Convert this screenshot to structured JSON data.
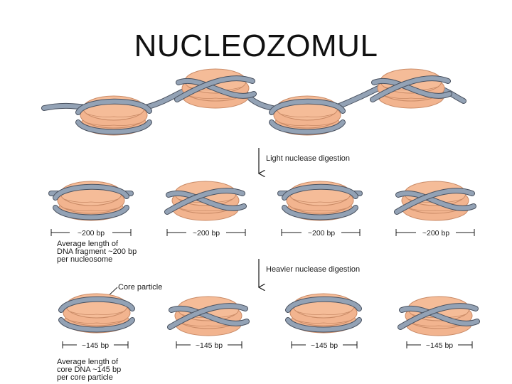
{
  "slide": {
    "title": "NUCLEOZOMUL"
  },
  "colors": {
    "histone": "#f2b48f",
    "histone_edge": "#c98a66",
    "dna": "#93a2b5",
    "dna_edge": "#4a5260",
    "ink": "#1a1a1a"
  },
  "steps": {
    "light": "Light nuclease digestion",
    "heavy": "Heavier nuclease digestion"
  },
  "labels": {
    "core_particle": "Core particle",
    "note_200": [
      "Average length of",
      "DNA fragment ~200 bp",
      "per nucleosome"
    ],
    "note_145": [
      "Average length of",
      "core DNA ~145 bp",
      "per core particle"
    ]
  },
  "fragments_200": [
    "~200 bp",
    "~200 bp",
    "~200 bp",
    "~200 bp"
  ],
  "fragments_145": [
    "~145 bp",
    "~145 bp",
    "~145 bp",
    "~145 bp"
  ]
}
